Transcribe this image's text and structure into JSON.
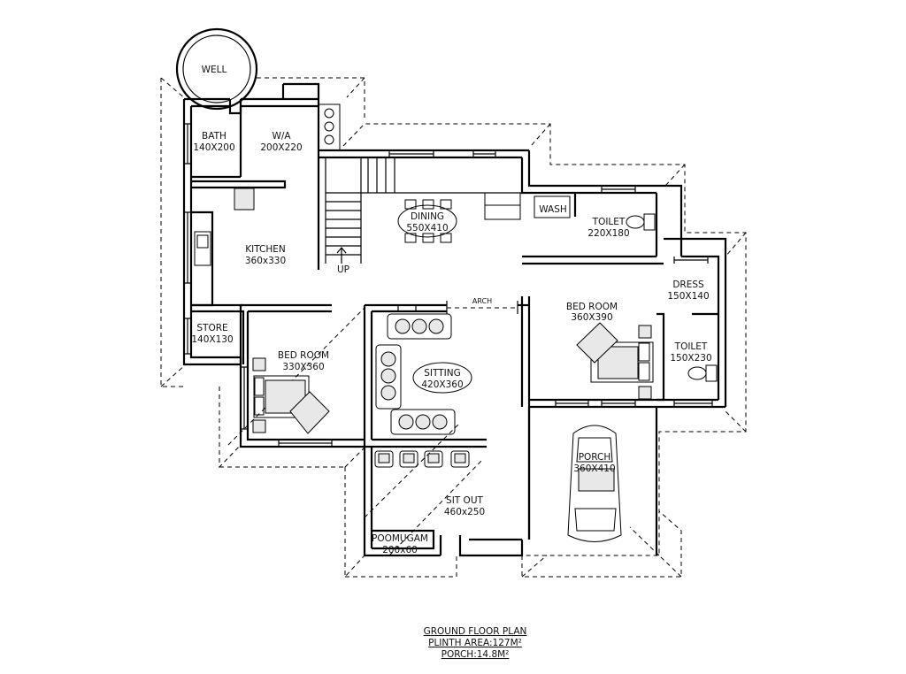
{
  "rooms": {
    "well": {
      "name": "WELL"
    },
    "bath": {
      "name": "BATH",
      "size": "140X200"
    },
    "wa": {
      "name": "W/A",
      "size": "200X220"
    },
    "kitchen": {
      "name": "KITCHEN",
      "size": "360x330"
    },
    "store": {
      "name": "STORE",
      "size": "140X130"
    },
    "dining": {
      "name": "DINING",
      "size": "550X410"
    },
    "wash": {
      "name": "WASH"
    },
    "toilet1": {
      "name": "TOILET",
      "size": "220X180"
    },
    "dress": {
      "name": "DRESS",
      "size": "150X140"
    },
    "bedroom_right": {
      "name": "BED ROOM",
      "size": "360X390"
    },
    "toilet2": {
      "name": "TOILET",
      "size": "150X230"
    },
    "bedroom_left": {
      "name": "BED ROOM",
      "size": "330X360"
    },
    "sitting": {
      "name": "SITTING",
      "size": "420X360"
    },
    "sitout": {
      "name": "SIT OUT",
      "size": "460x250"
    },
    "poomugam": {
      "name": "POOMUGAM",
      "size": "200x60"
    },
    "porch": {
      "name": "PORCH",
      "size": "360X410"
    }
  },
  "labels": {
    "up": "UP",
    "arch": "ARCH"
  },
  "footer": {
    "title": "GROUND FLOOR PLAN",
    "plinth": "PLINTH AREA:127M²",
    "porch": "PORCH:14.8M²"
  }
}
